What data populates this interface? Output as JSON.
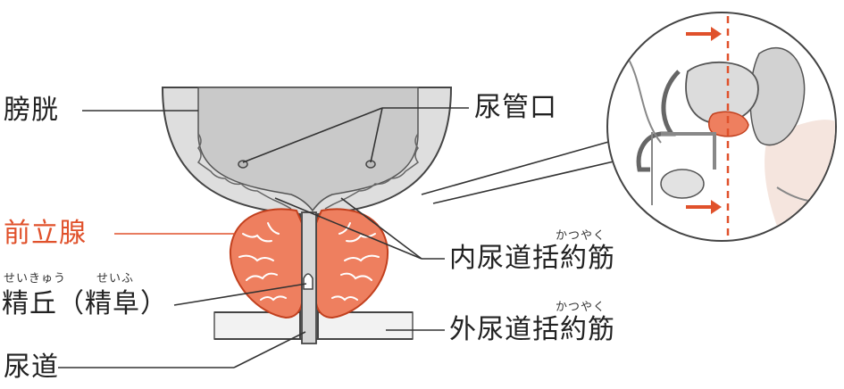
{
  "labels": {
    "bladder": "膀胱",
    "urethral_orifice": "尿管口",
    "prostate": "前立腺",
    "internal_sphincter": "内尿道括約筋",
    "internal_sphincter_ruby": "かつやく",
    "verumontanum": "精丘（精阜）",
    "verumontanum_ruby_1": "せいきゅう",
    "verumontanum_ruby_2": "せいふ",
    "external_sphincter": "外尿道括約筋",
    "external_sphincter_ruby": "かつやく",
    "urethra": "尿道"
  },
  "colors": {
    "accent": "#e0512b",
    "prostate_fill": "#ee7f5f",
    "tissue_gray": "#dcdcdc",
    "line": "#333333"
  },
  "inset": {
    "icon": "pelvis-cross-section-icon",
    "arrow_color": "#e0512b"
  }
}
